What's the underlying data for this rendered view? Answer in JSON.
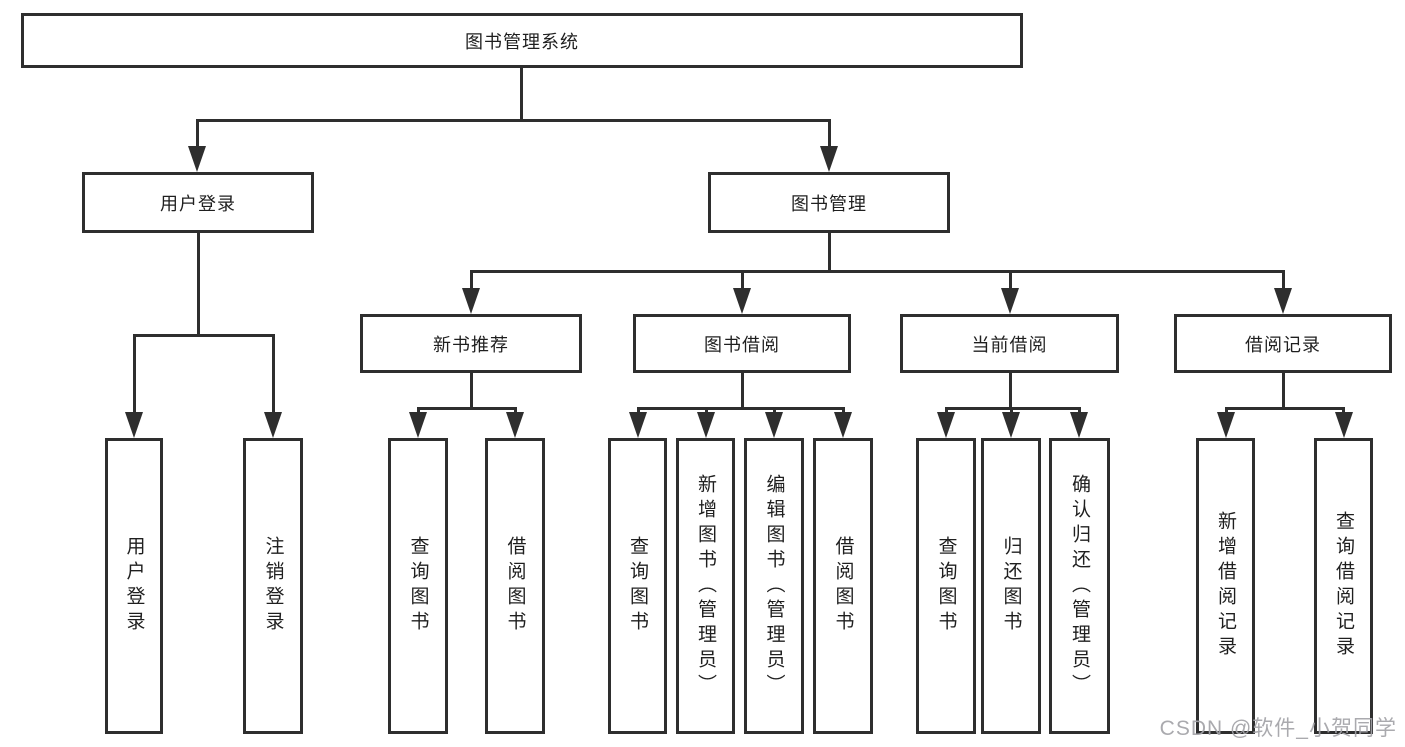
{
  "diagram": {
    "root": {
      "label": "图书管理系统"
    },
    "level2": [
      {
        "label": "用户登录"
      },
      {
        "label": "图书管理"
      }
    ],
    "level3": [
      {
        "label": "新书推荐",
        "parent": "图书管理"
      },
      {
        "label": "图书借阅",
        "parent": "图书管理"
      },
      {
        "label": "当前借阅",
        "parent": "图书管理"
      },
      {
        "label": "借阅记录",
        "parent": "图书管理"
      }
    ],
    "leaves": [
      {
        "label": "用户登录",
        "parent": "用户登录"
      },
      {
        "label": "注销登录",
        "parent": "用户登录"
      },
      {
        "label": "查询图书",
        "parent": "新书推荐"
      },
      {
        "label": "借阅图书",
        "parent": "新书推荐"
      },
      {
        "label": "查询图书",
        "parent": "图书借阅"
      },
      {
        "label": "新增图书（管理员）",
        "parent": "图书借阅"
      },
      {
        "label": "编辑图书（管理员）",
        "parent": "图书借阅"
      },
      {
        "label": "借阅图书",
        "parent": "图书借阅"
      },
      {
        "label": "查询图书",
        "parent": "当前借阅"
      },
      {
        "label": "归还图书",
        "parent": "当前借阅"
      },
      {
        "label": "确认归还（管理员）",
        "parent": "当前借阅"
      },
      {
        "label": "新增借阅记录",
        "parent": "借阅记录"
      },
      {
        "label": "查询借阅记录",
        "parent": "借阅记录"
      }
    ],
    "colors": {
      "line": "#2e2e2e",
      "border": "#2e2e2e",
      "background": "#ffffff",
      "text": "#1f1f1f",
      "watermark": "#a3a3a8"
    }
  },
  "watermark": {
    "text": "CSDN @软件_小贺同学"
  }
}
